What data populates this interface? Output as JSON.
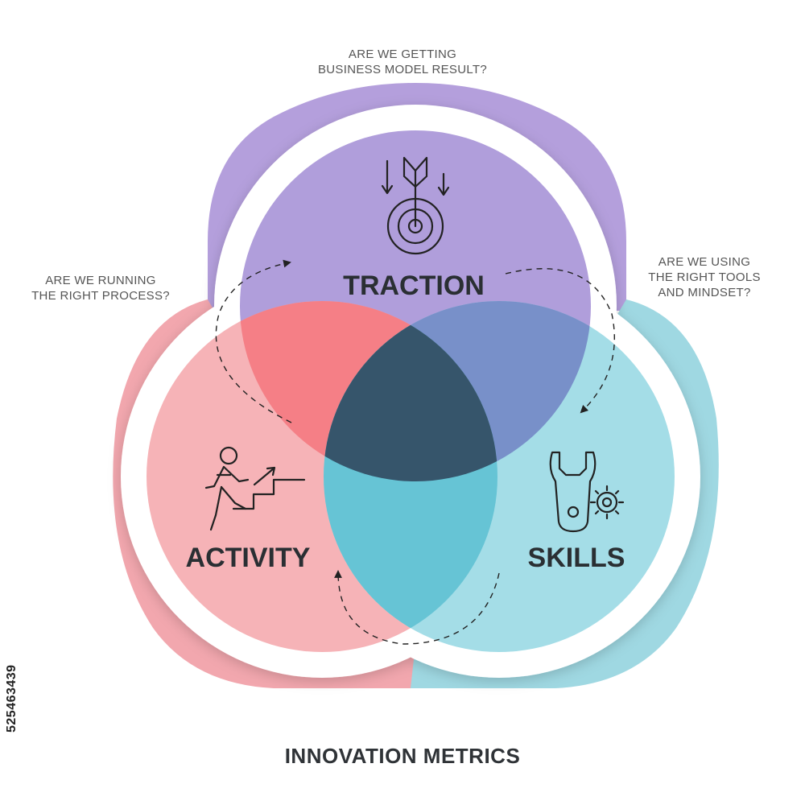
{
  "circles": [
    {
      "id": "traction",
      "label": "TRACTION",
      "icon": "target-arrow-icon",
      "question": [
        "ARE WE GETTING",
        "BUSINESS MODEL RESULT?"
      ],
      "fill": "#b09edb",
      "ring": "#b49fdc"
    },
    {
      "id": "activity",
      "label": "ACTIVITY",
      "icon": "person-climbing-stairs-icon",
      "question": [
        "ARE WE RUNNING",
        "THE RIGHT PROCESS?"
      ],
      "fill": "#f6b3b7",
      "ring": "#f2a7ae"
    },
    {
      "id": "skills",
      "label": "SKILLS",
      "icon": "wrench-gear-icon",
      "question": [
        "ARE WE USING",
        "THE RIGHT TOOLS",
        "AND MINDSET?"
      ],
      "fill": "#a4dde7",
      "ring": "#9fd8e2"
    }
  ],
  "overlap_colors": {
    "traction_activity": "#f57f86",
    "traction_skills": "#7890c9",
    "activity_skills": "#66c4d5",
    "center": "#36556b"
  },
  "footer_title": "INNOVATION METRICS",
  "stock_id": "525463439"
}
